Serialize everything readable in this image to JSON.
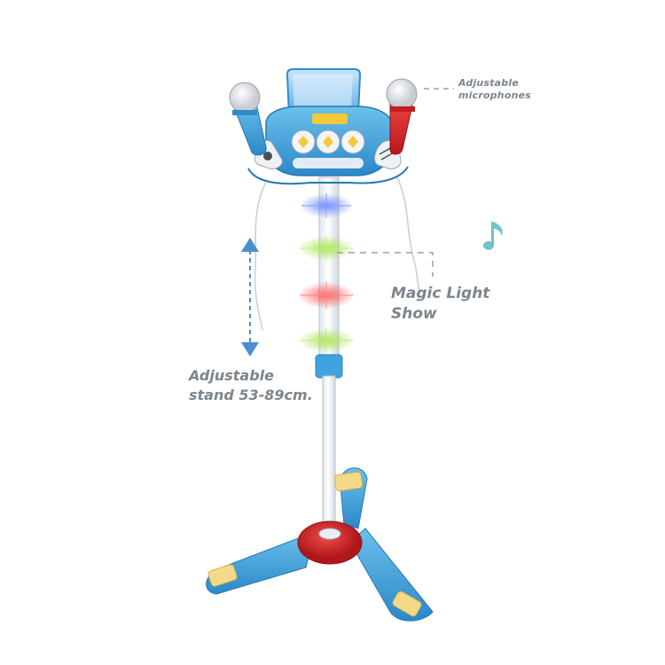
{
  "annotations": {
    "microphones": {
      "line1": "Adjustable",
      "line2": "microphones"
    },
    "light_show": {
      "line1": "Magic Light",
      "line2": "Show"
    },
    "stand": {
      "line1": "Adjustable",
      "line2": "stand 53-89cm."
    }
  },
  "icons": [
    "music-note-icon",
    "height-arrow-icon"
  ],
  "colors": {
    "toy_blue": "#3fa2dc",
    "toy_red": "#d7242a",
    "caption": "#7d858c",
    "note": "#6fc3cf",
    "arrow": "#4a8fce"
  }
}
